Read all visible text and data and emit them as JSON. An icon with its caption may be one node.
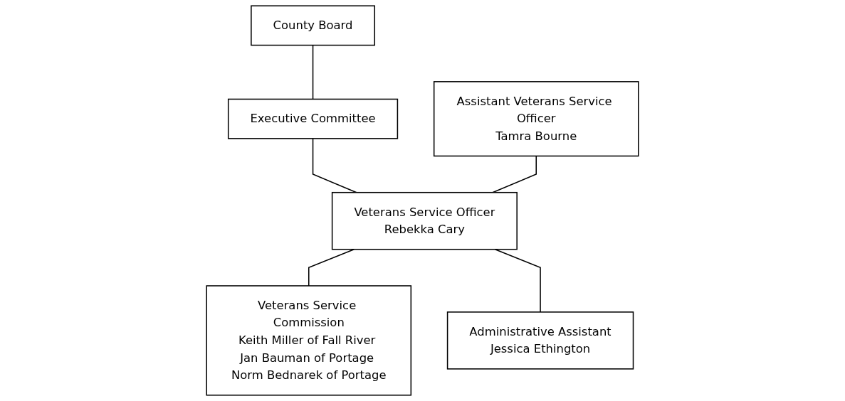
{
  "diagram": {
    "nodes": [
      {
        "text": [
          "County Board"
        ]
      },
      {
        "text": [
          "Executive Committee"
        ]
      },
      {
        "text": [
          "Assistant Veterans Service Officer",
          "Tamra Bourne"
        ]
      },
      {
        "text": [
          "Veterans Service Officer",
          "Rebekka Cary"
        ]
      },
      {
        "text": [
          "Veterans Service Commission",
          "Keith Miller of Fall River Jan Bauman of Portage Norm Bednarek of Portage"
        ]
      },
      {
        "text": [
          "Administrative Assistant",
          "Jessica Ethington"
        ]
      }
    ],
    "edges": [
      {
        "from": 0,
        "to": 1,
        "arrow": "none"
      },
      {
        "from": 1,
        "to": 3,
        "arrow": "none"
      },
      {
        "from": 2,
        "to": 3,
        "arrow": "none"
      },
      {
        "from": 3,
        "to": 4,
        "arrow": "none"
      },
      {
        "from": 3,
        "to": 5,
        "arrow": "none"
      }
    ]
  }
}
